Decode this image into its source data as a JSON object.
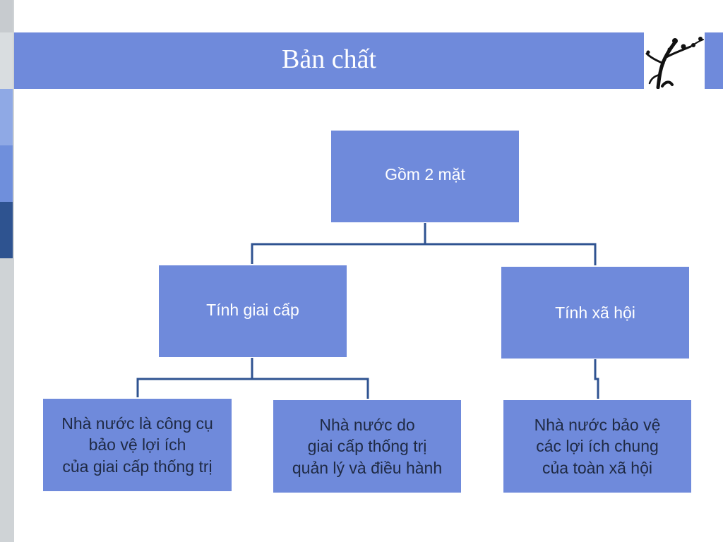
{
  "title": "Bản chất",
  "logo": {
    "icon": "ink-plum-branch-icon"
  },
  "diagram": {
    "root": {
      "label": "Gồm 2 mặt"
    },
    "branches": [
      {
        "label": "Tính giai cấp",
        "children": [
          {
            "lines": [
              "Nhà nước là công cụ",
              "bảo vệ lợi ích",
              "của giai cấp thống trị"
            ]
          },
          {
            "lines": [
              "Nhà nước do",
              "giai cấp thống trị",
              "quản lý và điều hành"
            ]
          }
        ]
      },
      {
        "label": "Tính xã hội",
        "children": [
          {
            "lines": [
              "Nhà nước bảo vệ",
              "các lợi ích chung",
              "của toàn xã hội"
            ]
          }
        ]
      }
    ]
  },
  "colors": {
    "node_fill": "#6f8adb",
    "title_bar": "#6f8adb",
    "connector": "#2f5391"
  }
}
